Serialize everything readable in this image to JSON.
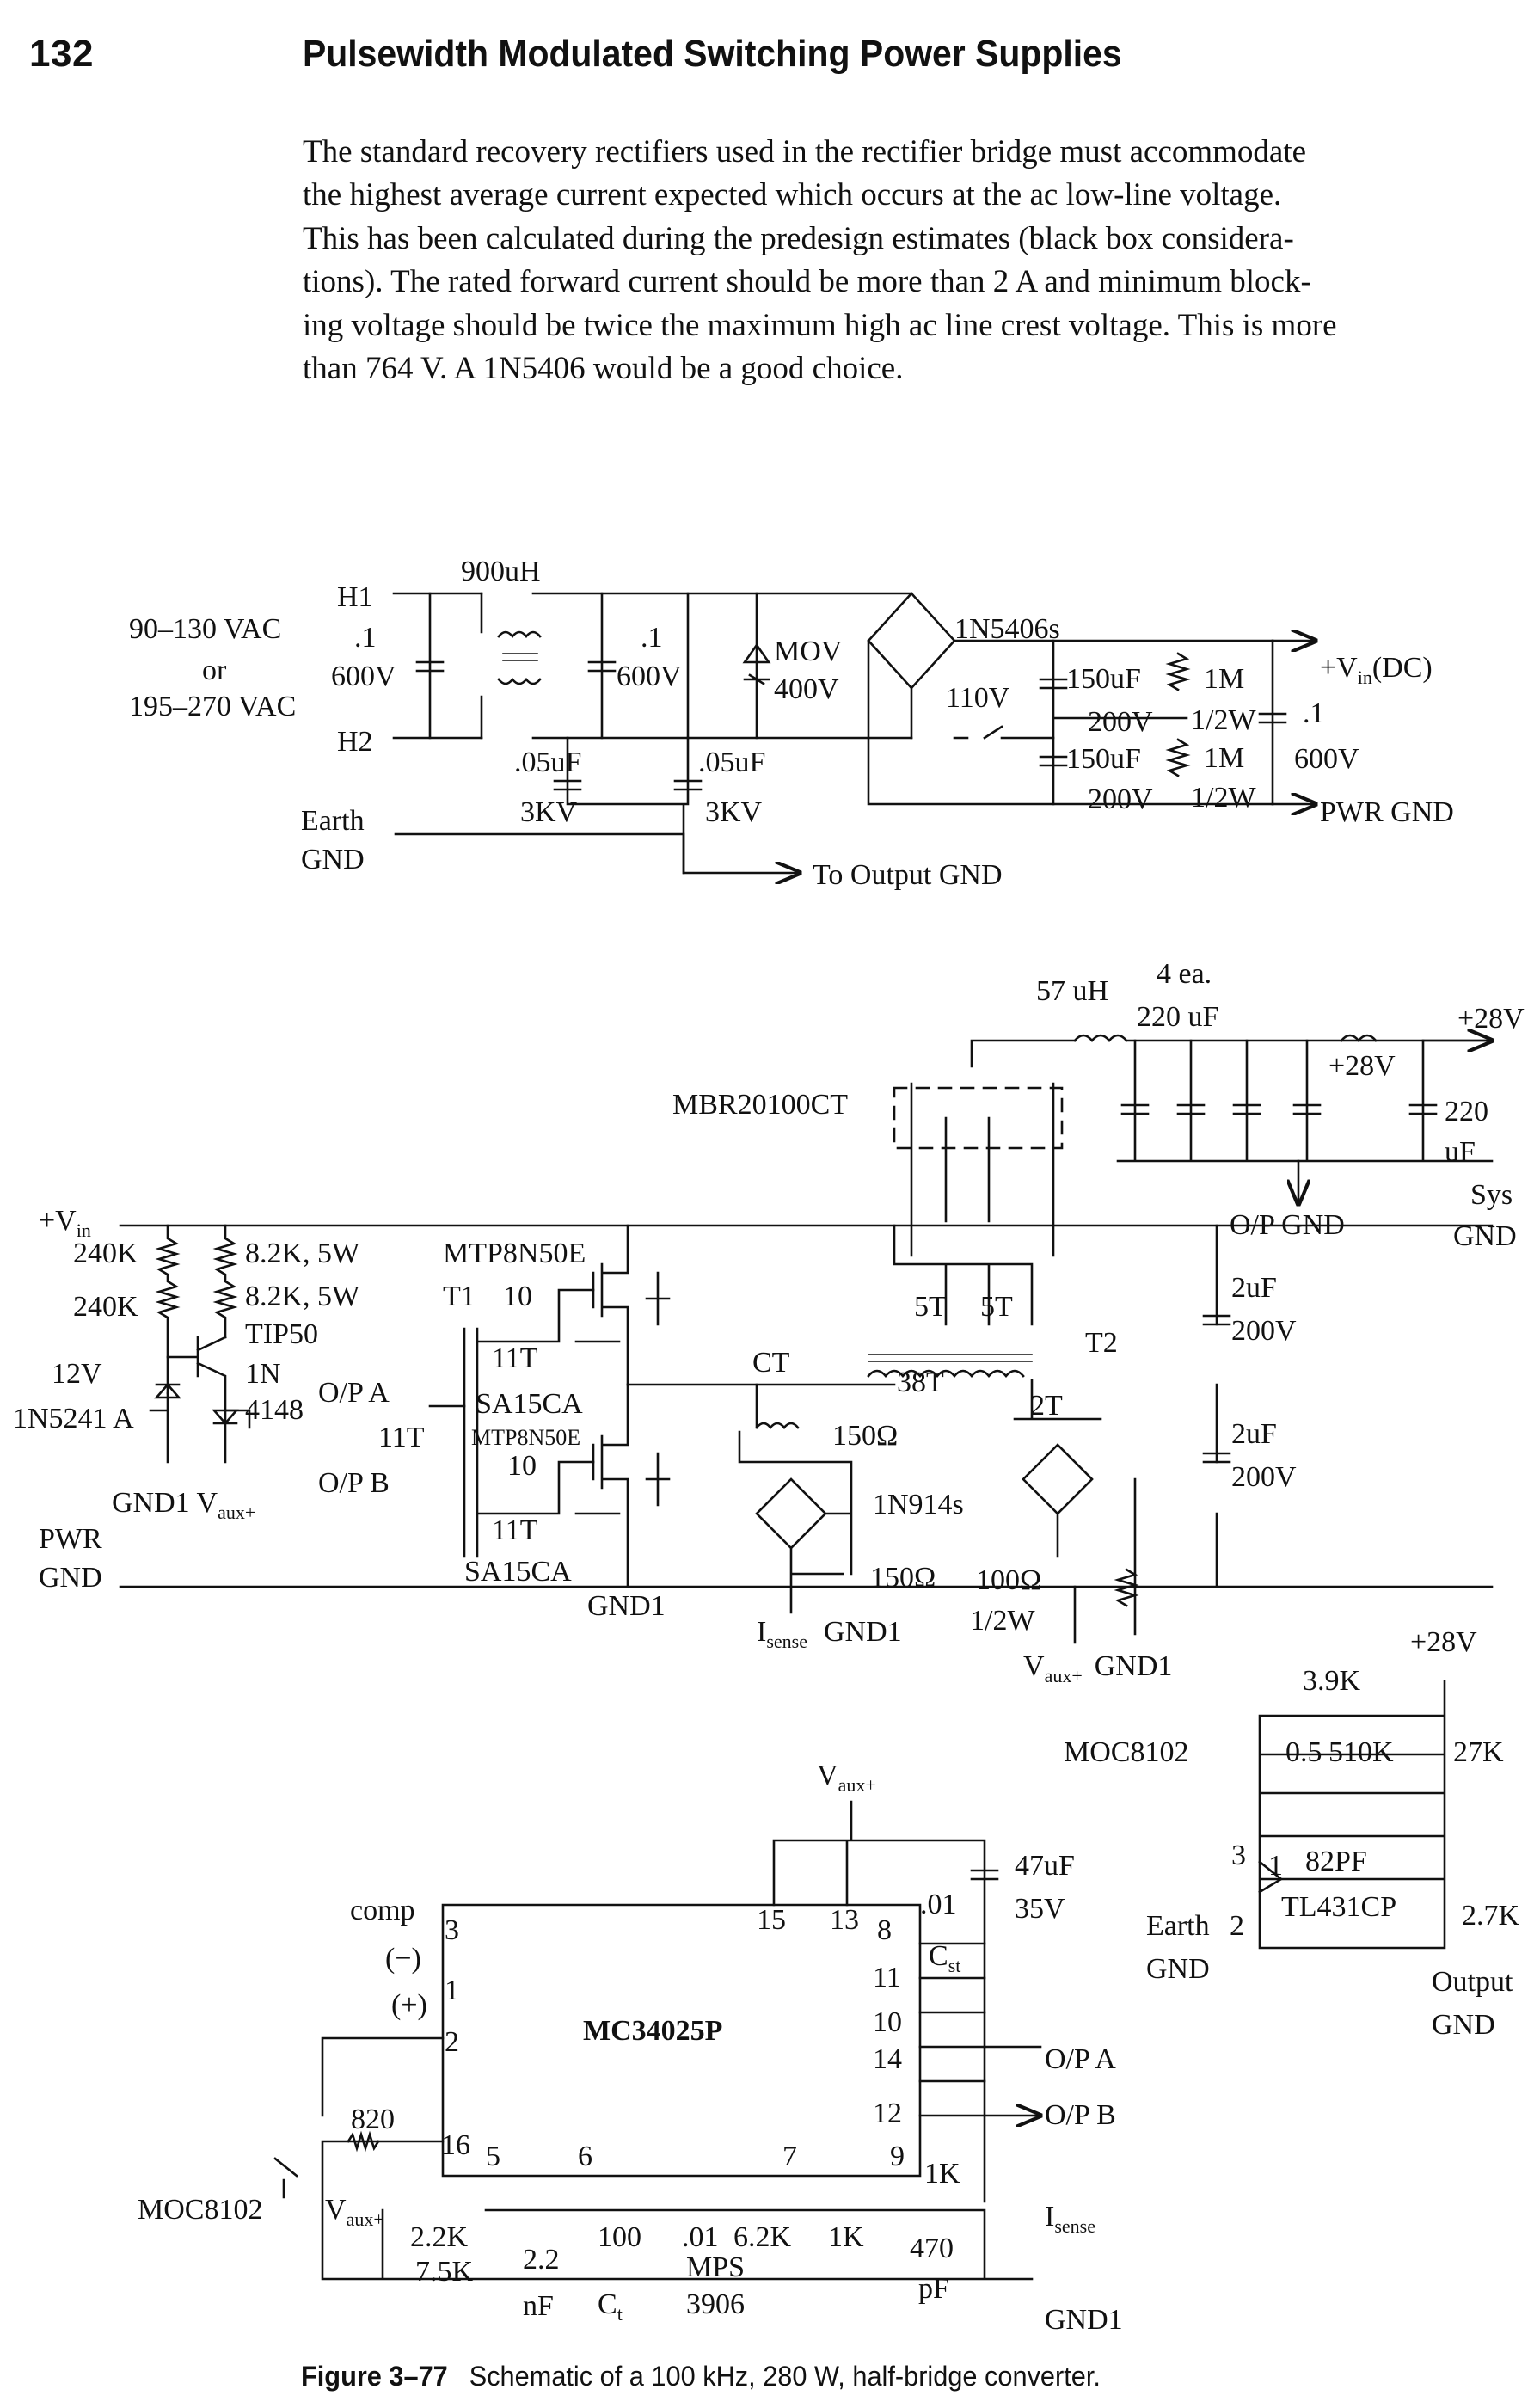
{
  "page": {
    "number": "132",
    "running_title": "Pulsewidth Modulated Switching Power Supplies"
  },
  "body_text": [
    "The standard recovery rectifiers used in the rectifier bridge must accommodate",
    "the highest average current expected which occurs at the ac low-line voltage.",
    "This has been calculated during the predesign estimates (black box considera-",
    "tions). The rated forward current should be more than 2 A and minimum block-",
    "ing voltage should be twice the maximum high ac line crest voltage. This is more",
    "than 764 V. A 1N5406 would be a good choice."
  ],
  "figure": {
    "number": "Figure 3–77",
    "caption": "Schematic of a 100 kHz, 280 W, half-bridge converter.",
    "input_stage": {
      "ac_in": [
        "90–130 VAC",
        "or",
        "195–270 VAC"
      ],
      "h1": "H1",
      "h2": "H2",
      "cap1": [
        ".1",
        "600V"
      ],
      "inductor": "900uH",
      "cap2": [
        ".1",
        "600V"
      ],
      "ycap1": [
        ".05uF",
        "3KV"
      ],
      "ycap2": [
        ".05uF",
        "3KV"
      ],
      "mov": [
        "MOV",
        "400V"
      ],
      "bridge": "1N5406s",
      "switch": "110V",
      "bulk1": [
        "150uF",
        "200V"
      ],
      "bulk2": [
        "150uF",
        "200V"
      ],
      "bleed1": [
        "1M",
        "1/2W"
      ],
      "bleed2": [
        "1M",
        "1/2W"
      ],
      "cap3": [
        ".1",
        "600V"
      ],
      "vin_dc": "+V",
      "vin_dc_sub": "in",
      "vin_dc_suffix": "(DC)",
      "pwr_gnd": "PWR GND",
      "earth_gnd": [
        "Earth",
        "GND"
      ],
      "to_output_gnd": "To Output GND"
    },
    "power_stage": {
      "vin": "+V",
      "vin_sub": "in",
      "r240k_a": "240K",
      "r240k_b": "240K",
      "r82k_a": "8.2K, 5W",
      "r82k_b": "8.2K, 5W",
      "tip50": "TIP50",
      "zener12v": "12V",
      "z1n5241": "1N5241 A",
      "d1n4148": [
        "1N",
        "4148"
      ],
      "gnd1_vaux": "GND1 V",
      "gnd1_vaux_sub": "aux+",
      "pwr_gnd": [
        "PWR",
        "GND"
      ],
      "mosfet_top": "MTP8N50E",
      "t1": "T1",
      "r10_top": "10",
      "t11_top": "11T",
      "sa15ca_top": "SA15CA",
      "opa": "O/P A",
      "t11_mid": "11T",
      "mosfet_bot": "MTP8N50E",
      "r10_bot": "10",
      "opb": "O/P B",
      "t11_bot": "11T",
      "sa15ca_bot": "SA15CA",
      "gnd1": "GND1",
      "ct": "CT",
      "r150_top": "150Ω",
      "n1914": "1N914s",
      "r150_bot": "150Ω",
      "isense": "I",
      "isense_sub": "sense",
      "gnd1_b": "GND1",
      "r100": [
        "100Ω",
        "1/2W"
      ],
      "vaux_gnd1": "V",
      "vaux_gnd1_sub": "aux+",
      "vaux_gnd1_suffix": "GND1",
      "t2": "T2",
      "turns_5t_a": "5T",
      "turns_5t_b": "5T",
      "turns_38t": "38T",
      "turns_2t": "2T",
      "c2uf_a": [
        "2uF",
        "200V"
      ],
      "c2uf_b": [
        "2uF",
        "200V"
      ],
      "mbr": "MBR20100CT",
      "l57": "57 uH",
      "caps_4ea": [
        "4 ea.",
        "220 uF"
      ],
      "v28_small": "+28V",
      "v28_out": "+28V",
      "c220": [
        "220",
        "uF"
      ],
      "sys_gnd": [
        "Sys",
        "GND"
      ],
      "op_gnd": "O/P GND"
    },
    "control": {
      "vaux_top": "V",
      "vaux_top_sub": "aux+",
      "c47": [
        "47uF",
        "35V"
      ],
      "pin15": "15",
      "pin13": "13",
      "c01": ".01",
      "cst": "C",
      "cst_sub": "st",
      "comp": "comp",
      "minus": "(−)",
      "plus": "(+)",
      "pins_left": [
        "3",
        "1",
        "2"
      ],
      "ic": "MC34025P",
      "pins_right": [
        "8",
        "11",
        "10",
        "14",
        "12",
        "9"
      ],
      "opa": "O/P A",
      "opb": "O/P B",
      "r820": "820",
      "pin16": "16",
      "pins_bottom": [
        "5",
        "6",
        "7"
      ],
      "moc_left": "MOC8102",
      "vaux_left": "V",
      "vaux_left_sub": "aux+",
      "r22k": "2.2K",
      "r75k": "7.5K",
      "c22nf": [
        "2.2",
        "nF"
      ],
      "r100": "100",
      "ct": "C",
      "ct_sub": "t",
      "c01b": ".01",
      "r62k": "6.2K",
      "mps": [
        "MPS",
        "3906"
      ],
      "r1k_a": "1K",
      "r1k_b": "1K",
      "c470": [
        "470",
        "pF"
      ],
      "isense": "I",
      "isense_sub": "sense",
      "gnd1": "GND1"
    },
    "feedback": {
      "v28": "+28V",
      "r39k": "3.9K",
      "moc": "MOC8102",
      "c05": "0.5",
      "r510k": "510K",
      "r27k": "27K",
      "pin3": "3",
      "pin1": "1",
      "c82": "82PF",
      "tl431": "TL431CP",
      "pin2": "2",
      "r27k2": "2.7K",
      "earth_gnd": [
        "Earth",
        "GND"
      ],
      "output_gnd": [
        "Output",
        "GND"
      ]
    }
  }
}
